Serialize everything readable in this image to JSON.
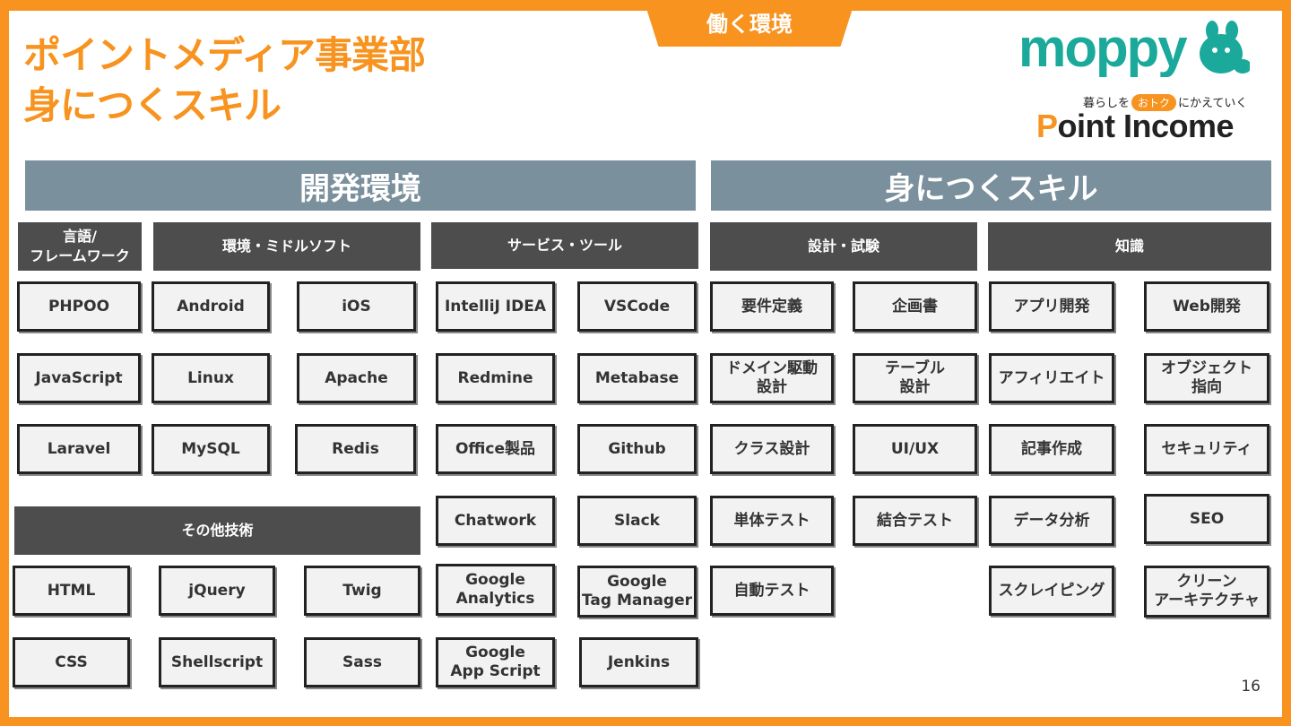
{
  "header": {
    "tab_label": "働く環境",
    "title_line1": "ポイントメディア事業部",
    "title_line2": "身につくスキル"
  },
  "logos": {
    "moppy": "moppy",
    "pointincome_tagline_pre": "暮らしを",
    "pointincome_tagline_badge": "おトク",
    "pointincome_tagline_post": "にかえていく",
    "pointincome_p": "P",
    "pointincome_rest": "oint Income"
  },
  "sections": {
    "dev_env": "開発環境",
    "skills": "身につくスキル"
  },
  "categories": {
    "languages": "言語/\nフレームワーク",
    "middleware": "環境・ミドルソフト",
    "services": "サービス・ツール",
    "design_test": "設計・試験",
    "knowledge": "知識",
    "other_tech": "その他技術"
  },
  "items": {
    "languages": [
      "PHPOO",
      "JavaScript",
      "Laravel"
    ],
    "middleware": [
      "Android",
      "iOS",
      "Linux",
      "Apache",
      "MySQL",
      "Redis"
    ],
    "other_tech": [
      "HTML",
      "jQuery",
      "Twig",
      "CSS",
      "Shellscript",
      "Sass"
    ],
    "services": [
      "IntelliJ IDEA",
      "VSCode",
      "Redmine",
      "Metabase",
      "Office製品",
      "Github",
      "Chatwork",
      "Slack",
      "Google\nAnalytics",
      "Google\nTag Manager",
      "Google\nApp Script",
      "Jenkins"
    ],
    "design_test": [
      "要件定義",
      "企画書",
      "ドメイン駆動\n設計",
      "テーブル\n設計",
      "クラス設計",
      "UI/UX",
      "単体テスト",
      "結合テスト",
      "自動テスト"
    ],
    "knowledge": [
      "アプリ開発",
      "Web開発",
      "アフィリエイト",
      "オブジェクト\n指向",
      "記事作成",
      "セキュリティ",
      "データ分析",
      "SEO",
      "スクレイピング",
      "クリーン\nアーキテクチャ"
    ]
  },
  "colors": {
    "brand_orange": "#f7931e",
    "moppy_teal": "#1aa99a",
    "section_gray": "#7a909d",
    "category_dark": "#4d4d4d"
  },
  "page_number": "16"
}
